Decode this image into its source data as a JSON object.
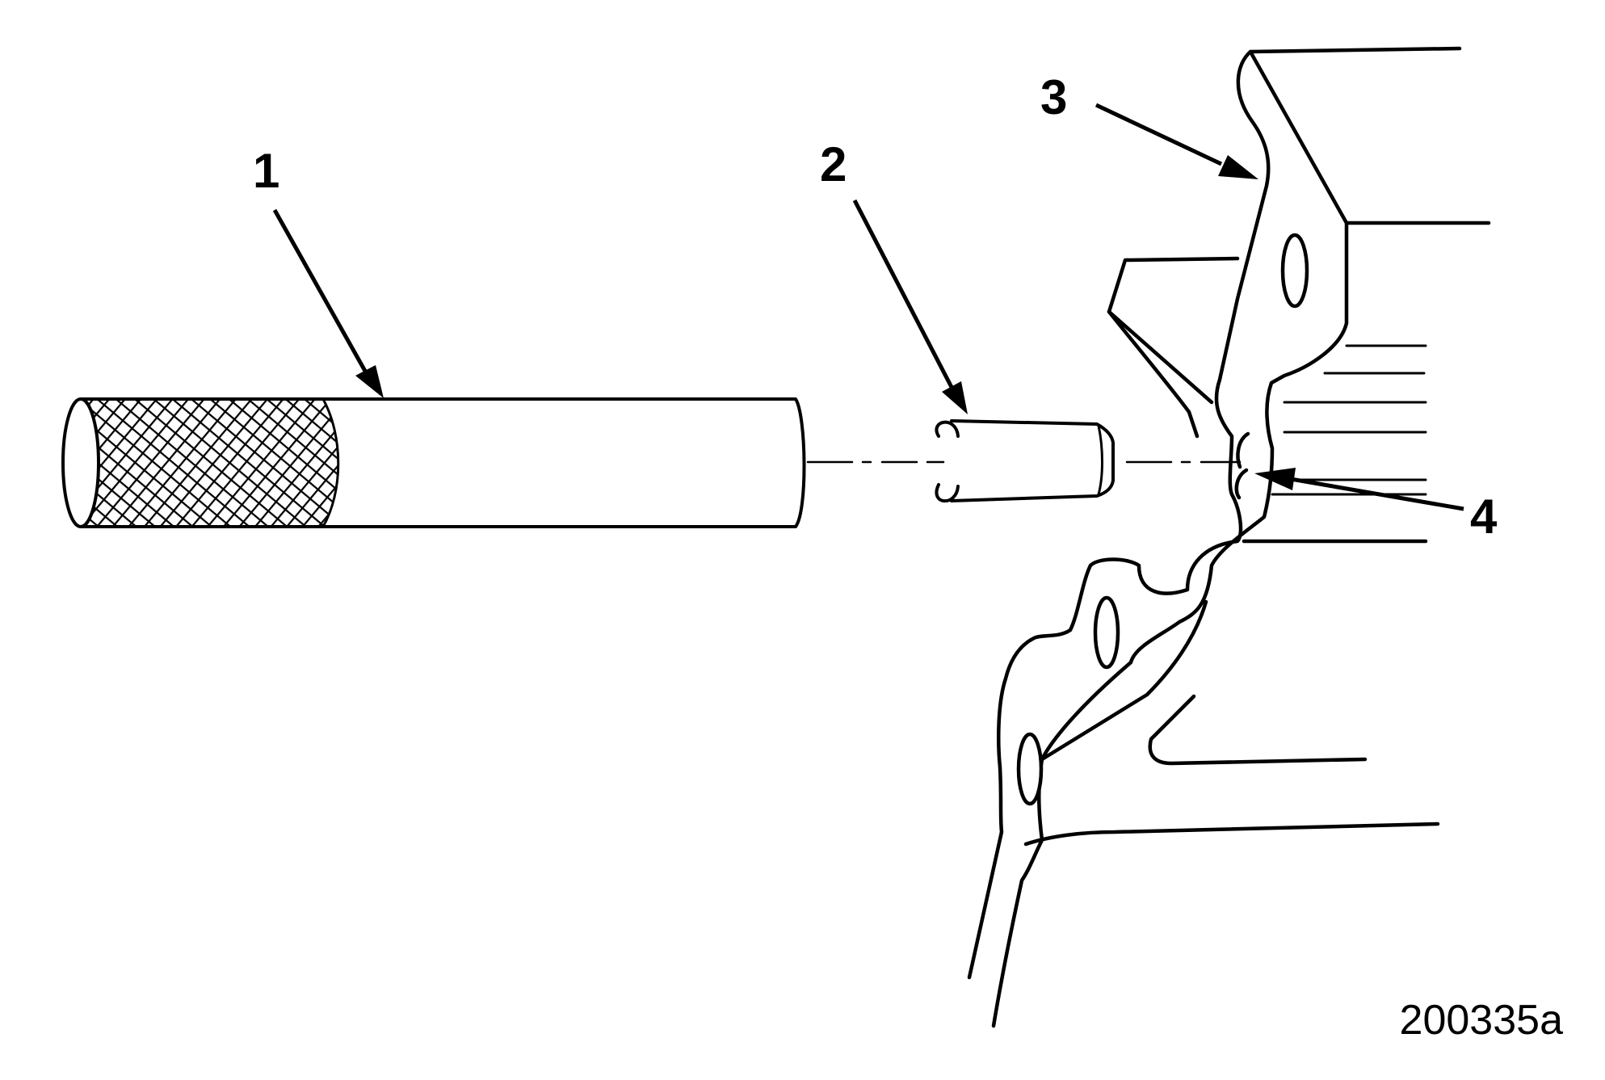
{
  "callouts": {
    "c1": "1",
    "c2": "2",
    "c3": "3",
    "c4": "4"
  },
  "figure_id": "200335a",
  "colors": {
    "ink": "#000000",
    "background": "#ffffff"
  }
}
